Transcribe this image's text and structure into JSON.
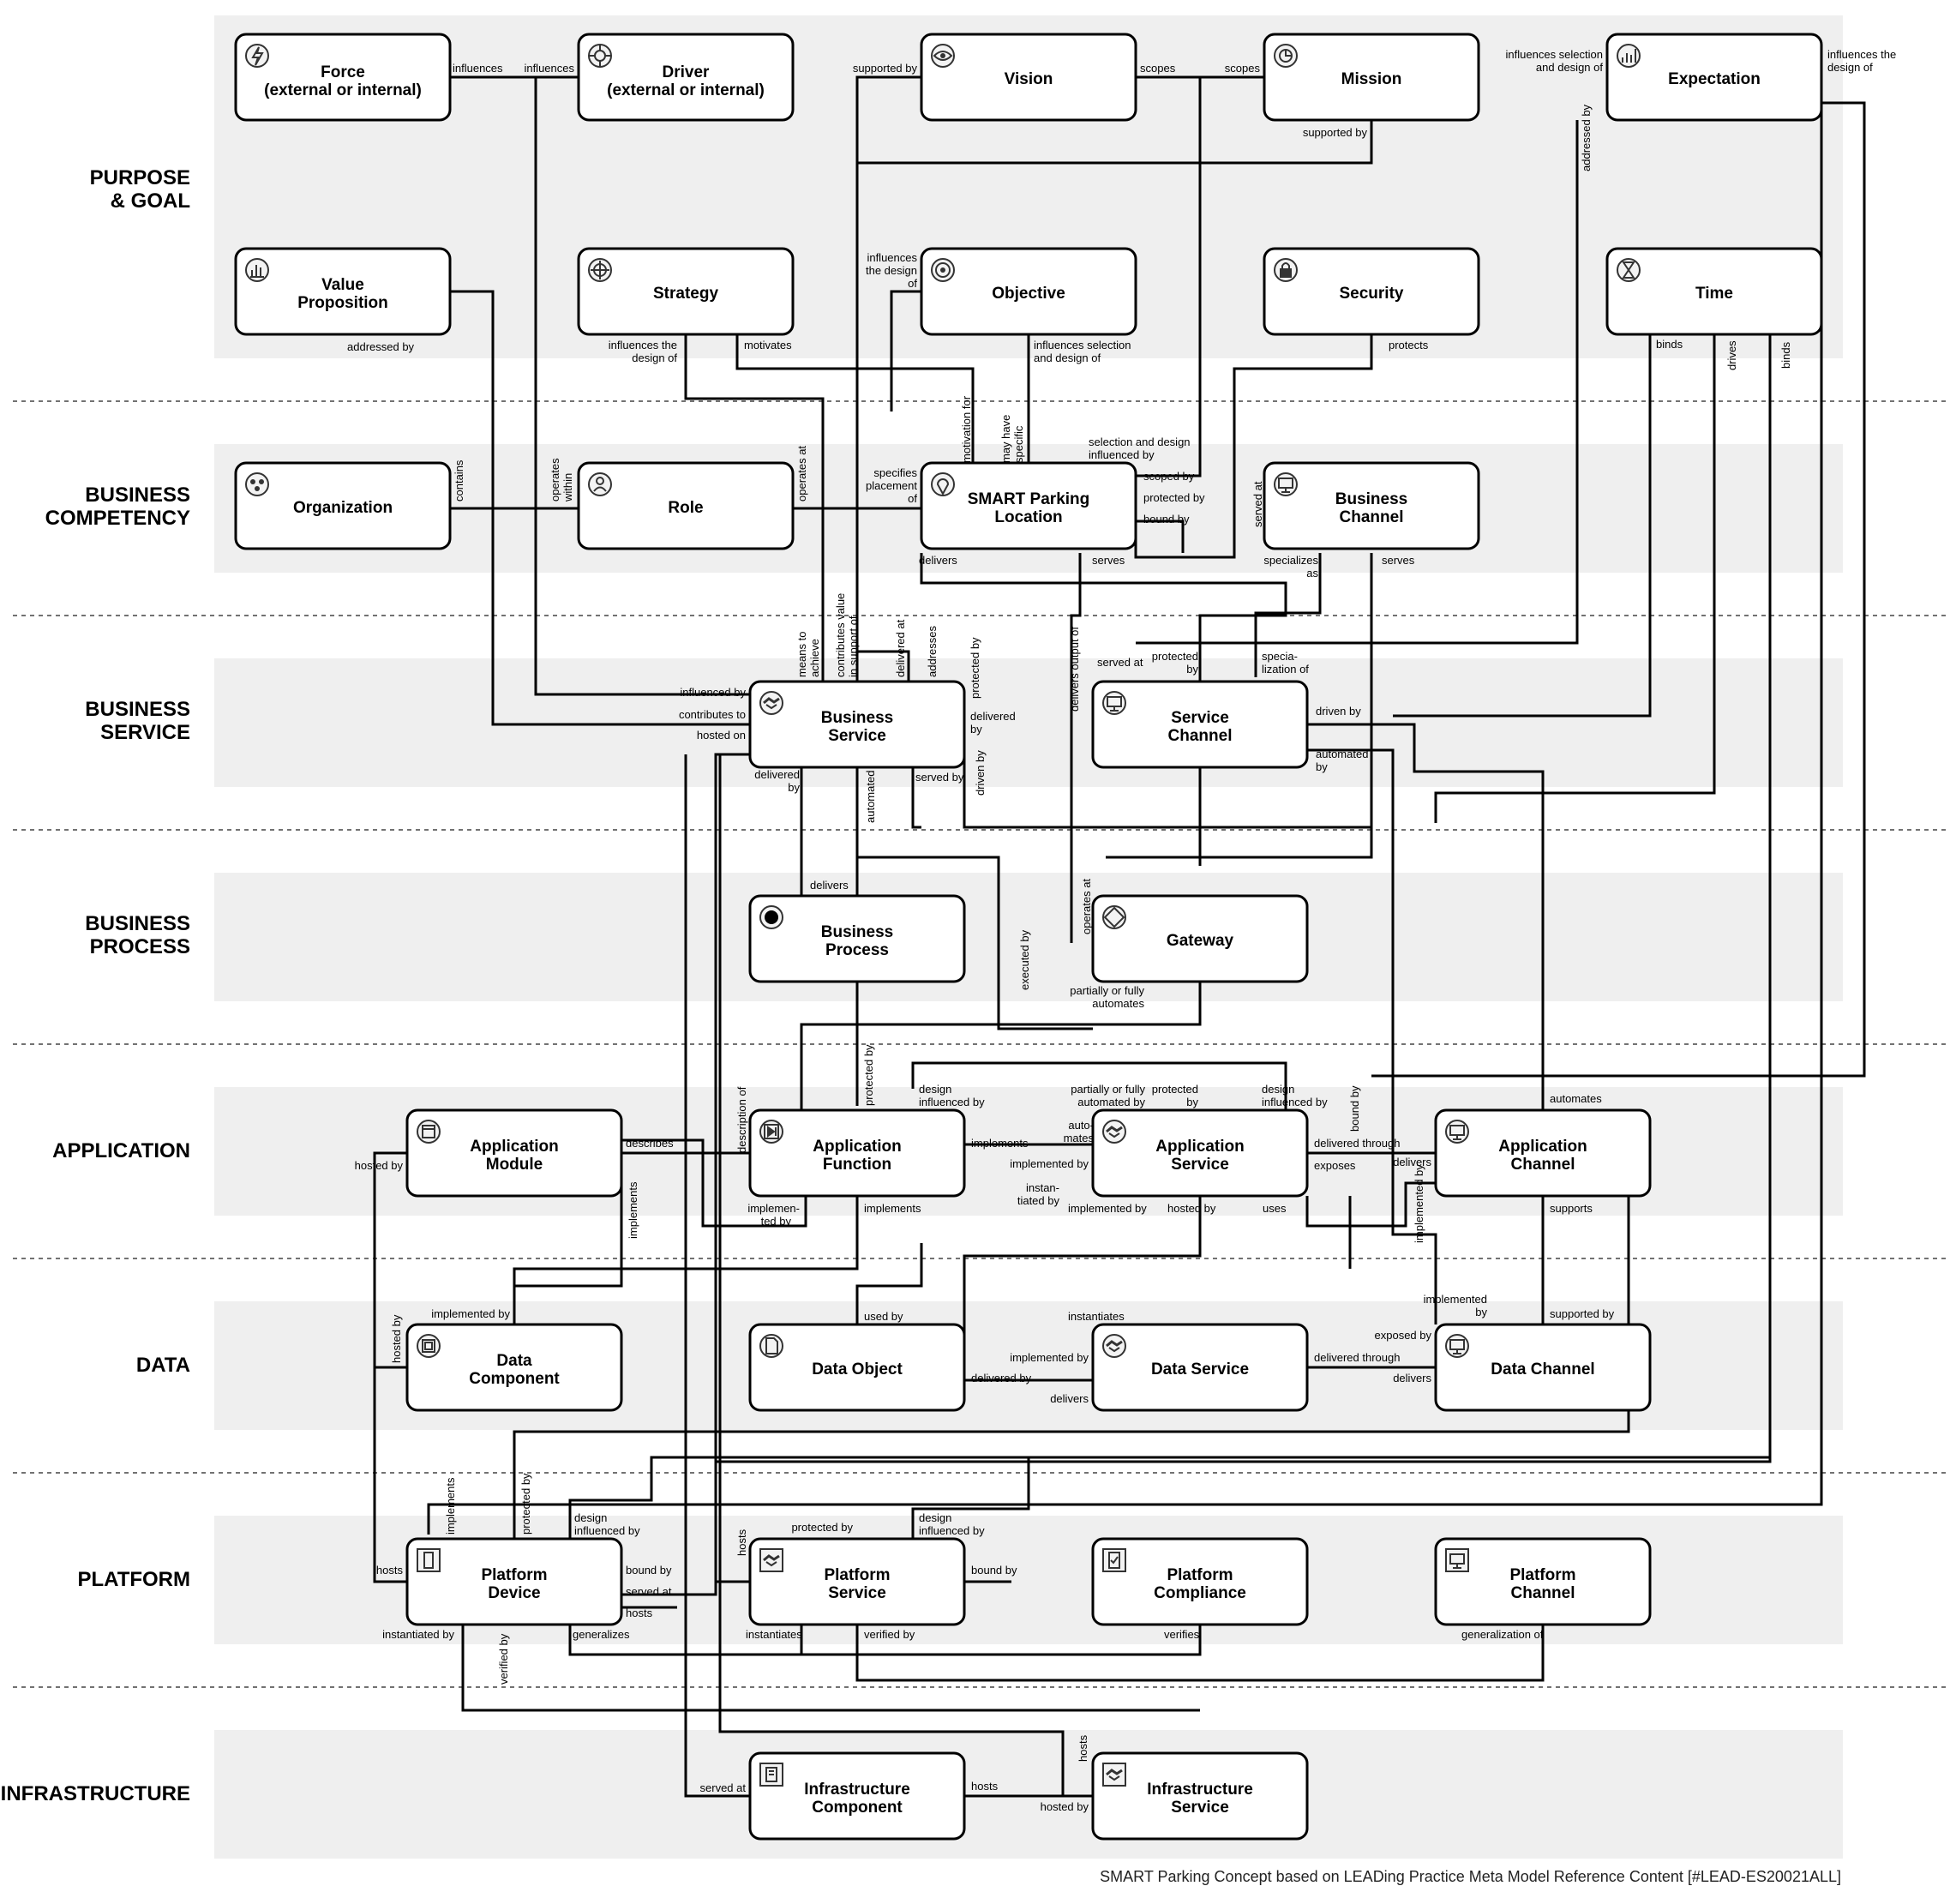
{
  "lanes": [
    {
      "line1": "PURPOSE",
      "line2": "& GOAL"
    },
    {
      "line1": "BUSINESS",
      "line2": "COMPETENCY"
    },
    {
      "line1": "BUSINESS",
      "line2": "SERVICE"
    },
    {
      "line1": "BUSINESS",
      "line2": "PROCESS"
    },
    {
      "line1": "APPLICATION",
      "line2": ""
    },
    {
      "line1": "DATA",
      "line2": ""
    },
    {
      "line1": "PLATFORM",
      "line2": ""
    },
    {
      "line1": "INFRASTRUCTURE",
      "line2": ""
    }
  ],
  "objects": {
    "force": {
      "l1": "Force",
      "l2": "(external or internal)",
      "icon": "force-icon"
    },
    "driver": {
      "l1": "Driver",
      "l2": "(external or internal)",
      "icon": "driver-icon"
    },
    "vision": {
      "l1": "Vision",
      "l2": "",
      "icon": "eye-icon"
    },
    "mission": {
      "l1": "Mission",
      "l2": "",
      "icon": "mission-icon"
    },
    "expectation": {
      "l1": "Expectation",
      "l2": "",
      "icon": "chart-icon"
    },
    "value_proposition": {
      "l1": "Value",
      "l2": "Proposition",
      "icon": "value-icon"
    },
    "strategy": {
      "l1": "Strategy",
      "l2": "",
      "icon": "strategy-icon"
    },
    "objective": {
      "l1": "Objective",
      "l2": "",
      "icon": "target-icon"
    },
    "security": {
      "l1": "Security",
      "l2": "",
      "icon": "lock-icon"
    },
    "time": {
      "l1": "Time",
      "l2": "",
      "icon": "hourglass-icon"
    },
    "organization": {
      "l1": "Organization",
      "l2": "",
      "icon": "organization-icon"
    },
    "role": {
      "l1": "Role",
      "l2": "",
      "icon": "person-icon"
    },
    "parking_location": {
      "l1": "SMART Parking",
      "l2": "Location",
      "icon": "location-pin-icon"
    },
    "business_channel": {
      "l1": "Business",
      "l2": "Channel",
      "icon": "channel-icon"
    },
    "business_service": {
      "l1": "Business",
      "l2": "Service",
      "icon": "handshake-icon"
    },
    "service_channel": {
      "l1": "Service",
      "l2": "Channel",
      "icon": "channel-icon"
    },
    "business_process": {
      "l1": "Business",
      "l2": "Process",
      "icon": "process-icon"
    },
    "gateway": {
      "l1": "Gateway",
      "l2": "",
      "icon": "gateway-icon"
    },
    "application_module": {
      "l1": "Application",
      "l2": "Module",
      "icon": "module-icon"
    },
    "application_function": {
      "l1": "Application",
      "l2": "Function",
      "icon": "function-icon"
    },
    "application_service": {
      "l1": "Application",
      "l2": "Service",
      "icon": "handshake-icon"
    },
    "application_channel": {
      "l1": "Application",
      "l2": "Channel",
      "icon": "channel-icon"
    },
    "data_component": {
      "l1": "Data",
      "l2": "Component",
      "icon": "component-icon"
    },
    "data_object": {
      "l1": "Data Object",
      "l2": "",
      "icon": "document-icon"
    },
    "data_service": {
      "l1": "Data Service",
      "l2": "",
      "icon": "handshake-icon"
    },
    "data_channel": {
      "l1": "Data Channel",
      "l2": "",
      "icon": "channel-icon"
    },
    "platform_device": {
      "l1": "Platform",
      "l2": "Device",
      "icon": "device-icon"
    },
    "platform_service": {
      "l1": "Platform",
      "l2": "Service",
      "icon": "handshake-icon"
    },
    "platform_compliance": {
      "l1": "Platform",
      "l2": "Compliance",
      "icon": "compliance-icon"
    },
    "platform_channel": {
      "l1": "Platform",
      "l2": "Channel",
      "icon": "channel-icon"
    },
    "infrastructure_component": {
      "l1": "Infrastructure",
      "l2": "Component",
      "icon": "component-icon"
    },
    "infrastructure_service": {
      "l1": "Infrastructure",
      "l2": "Service",
      "icon": "handshake-icon"
    }
  },
  "relations": {
    "force_influences": "influences",
    "driver_influences": "influences",
    "vision_supported_by": "supported by",
    "vision_scopes": "scopes",
    "mission_scopes": "scopes",
    "mission_supported_by": "supported by",
    "exp_sel_1": "influences selection",
    "exp_sel_2": "and design of",
    "exp_infl_1": "influences the",
    "exp_infl_2": "design of",
    "exp_addressed_by": "addressed by",
    "vp_addressed_by": "addressed by",
    "strat_infl_1": "influences the",
    "strat_infl_2": "design of",
    "strat_motivates": "motivates",
    "obj_infl_1": "influences",
    "obj_infl_2": "the design",
    "obj_infl_3": "of",
    "obj_sel_1": "influences selection",
    "obj_sel_2": "and design of",
    "sec_protects": "protects",
    "time_binds_1": "binds",
    "time_drives": "drives",
    "time_binds_2": "binds",
    "org_contains": "contains",
    "role_operates_within_1": "operates",
    "role_operates_within_2": "within",
    "role_operates_at": "operates at",
    "loc_motivation_for": "motivation for",
    "loc_may_have_1": "may have",
    "loc_may_have_2": "specific",
    "loc_spec_1": "specifies",
    "loc_spec_2": "placement",
    "loc_spec_3": "of",
    "loc_sel_1": "selection and design",
    "loc_sel_2": "influenced by",
    "loc_scoped_by": "scoped by",
    "loc_protected_by": "protected by",
    "loc_bound_by": "bound by",
    "loc_delivers": "delivers",
    "loc_serves": "serves",
    "bc_served_at": "served at",
    "bc_spec_1": "specializes",
    "bc_spec_2": "as",
    "bc_serves": "serves",
    "bs_influenced_by": "influenced by",
    "bs_contributes_to": "contributes to",
    "bs_hosted_on": "hosted on",
    "bs_means_1": "means to",
    "bs_means_2": "achieve",
    "bs_contrib_1": "contributes value",
    "bs_contrib_2": "in support of",
    "bs_delivered_at": "delivered at",
    "bs_addresses": "addresses",
    "bs_protected_by": "protected by",
    "bs_delivered_by": "delivered",
    "bs_delivered_by_2": "by",
    "bs_delivered_by_low_1": "delivered",
    "bs_delivered_by_low_2": "by",
    "bs_automated_by": "automated by",
    "bs_served_by": "served by",
    "bs_driven_by": "driven by",
    "sc_delivers_output": "delivers output of",
    "sc_served_at": "served at",
    "sc_protected_1": "protected",
    "sc_protected_2": "by",
    "sc_specia_1": "specia-",
    "sc_specia_2": "lization of",
    "sc_driven_by": "driven by",
    "sc_automated_1": "automated",
    "sc_automated_2": "by",
    "bp_delivers": "delivers",
    "gw_operates_at": "operates at",
    "gw_executed_by": "executed by",
    "gw_partial_1": "partially or fully",
    "gw_partial_2": "automates",
    "am_hosted_by": "hosted by",
    "am_describes": "describes",
    "am_implements": "implements",
    "af_description_of": "description of",
    "af_protected_by": "protected by",
    "af_design_1": "design",
    "af_design_2": "influenced by",
    "af_implements": "implements",
    "af_implemented_1": "implemen-",
    "af_implemented_2": "ted by",
    "af_implements_2": "implements",
    "as_partial_1": "partially or fully",
    "as_partial_2": "automated by",
    "as_protected_1": "protected",
    "as_protected_2": "by",
    "as_design_1": "design",
    "as_design_2": "influenced by",
    "as_bound_by": "bound by",
    "as_automates_1": "auto-",
    "as_automates_2": "mates",
    "as_implemented_by": "implemented by",
    "as_instantiated_1": "instan-",
    "as_instantiated_2": "tiated by",
    "as_implemented_by_2": "implemented by",
    "as_hosted_by": "hosted by",
    "as_uses": "uses",
    "as_delivered_through": "delivered through",
    "as_exposes": "exposes",
    "ac_delivers": "delivers",
    "ac_implemented_by": "implemented by",
    "ac_automates": "automates",
    "ac_supports": "supports",
    "dc_implemented_by": "implemented by",
    "dc_hosted_by": "hosted by",
    "do_used_by": "used by",
    "do_delivered_by": "delivered by",
    "ds_instantiates": "instantiates",
    "ds_implemented_by": "implemented by",
    "ds_delivers": "delivers",
    "ds_delivered_through": "delivered through",
    "dch_implemented_1": "implemented",
    "dch_implemented_2": "by",
    "dch_exposed_by": "exposed by",
    "dch_supported_by": "supported by",
    "dch_delivers": "delivers",
    "pd_implements": "implements",
    "pd_protected_by": "protected by",
    "pd_design_1": "design",
    "pd_design_2": "influenced by",
    "pd_hosts": "hosts",
    "pd_bound_by": "bound by",
    "pd_served_at": "served at",
    "pd_hosts_2": "hosts",
    "pd_instantiated_by": "instantiated by",
    "pd_verified_by": "verified by",
    "pd_generalizes": "generalizes",
    "ps_hosts": "hosts",
    "ps_protected_by": "protected by",
    "ps_design_1": "design",
    "ps_design_2": "influenced by",
    "ps_bound_by": "bound by",
    "ps_instantiates": "instantiates",
    "ps_verified_by": "verified by",
    "pc_verifies": "verifies",
    "pch_generalization_of": "generalization of",
    "ic_served_at": "served at",
    "ic_hosts": "hosts",
    "is_hosted_by": "hosted by",
    "is_hosts": "hosts"
  },
  "footer": "SMART Parking Concept based on LEADing Practice Meta Model Reference Content [#LEAD-ES20021ALL]"
}
